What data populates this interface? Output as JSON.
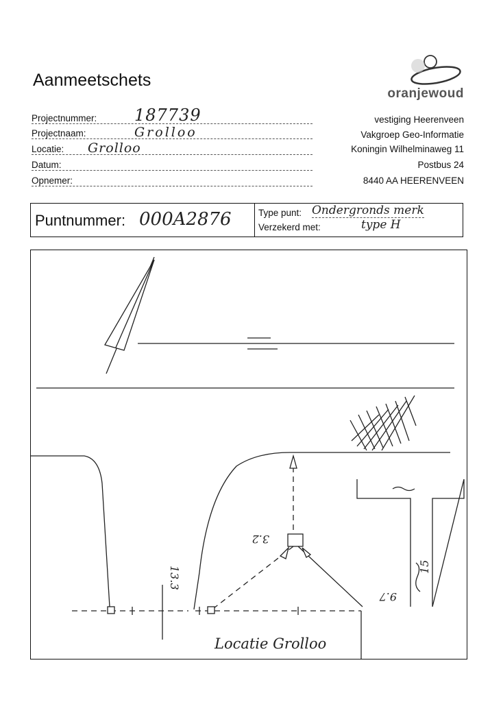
{
  "header": {
    "title": "Aanmeetschets"
  },
  "company": {
    "brand": "oranjewoud",
    "address": [
      "vestiging Heerenveen",
      "Vakgroep Geo-Informatie",
      "Koningin Wilhelminaweg 11",
      "Postbus 24",
      "8440 AA  HEERENVEEN"
    ],
    "brand_color": "#555555"
  },
  "fields": [
    {
      "label": "Projectnummer:",
      "value": "187739"
    },
    {
      "label": "Projectnaam:",
      "value": "Grolloo"
    },
    {
      "label": "Locatie:",
      "value": "Grolloo"
    },
    {
      "label": "Datum:",
      "value": ""
    },
    {
      "label": "Opnemer:",
      "value": ""
    }
  ],
  "punt": {
    "label": "Puntnummer:",
    "value": "000A2876",
    "type_label": "Type punt:",
    "type_value": "Ondergronds merk",
    "verzekerd_label": "Verzekerd met:",
    "verzekerd_value": "type H"
  },
  "sketch": {
    "measurements": [
      "3.2",
      "13.3",
      "9.7",
      "15"
    ],
    "caption": "Locatie Grolloo"
  }
}
